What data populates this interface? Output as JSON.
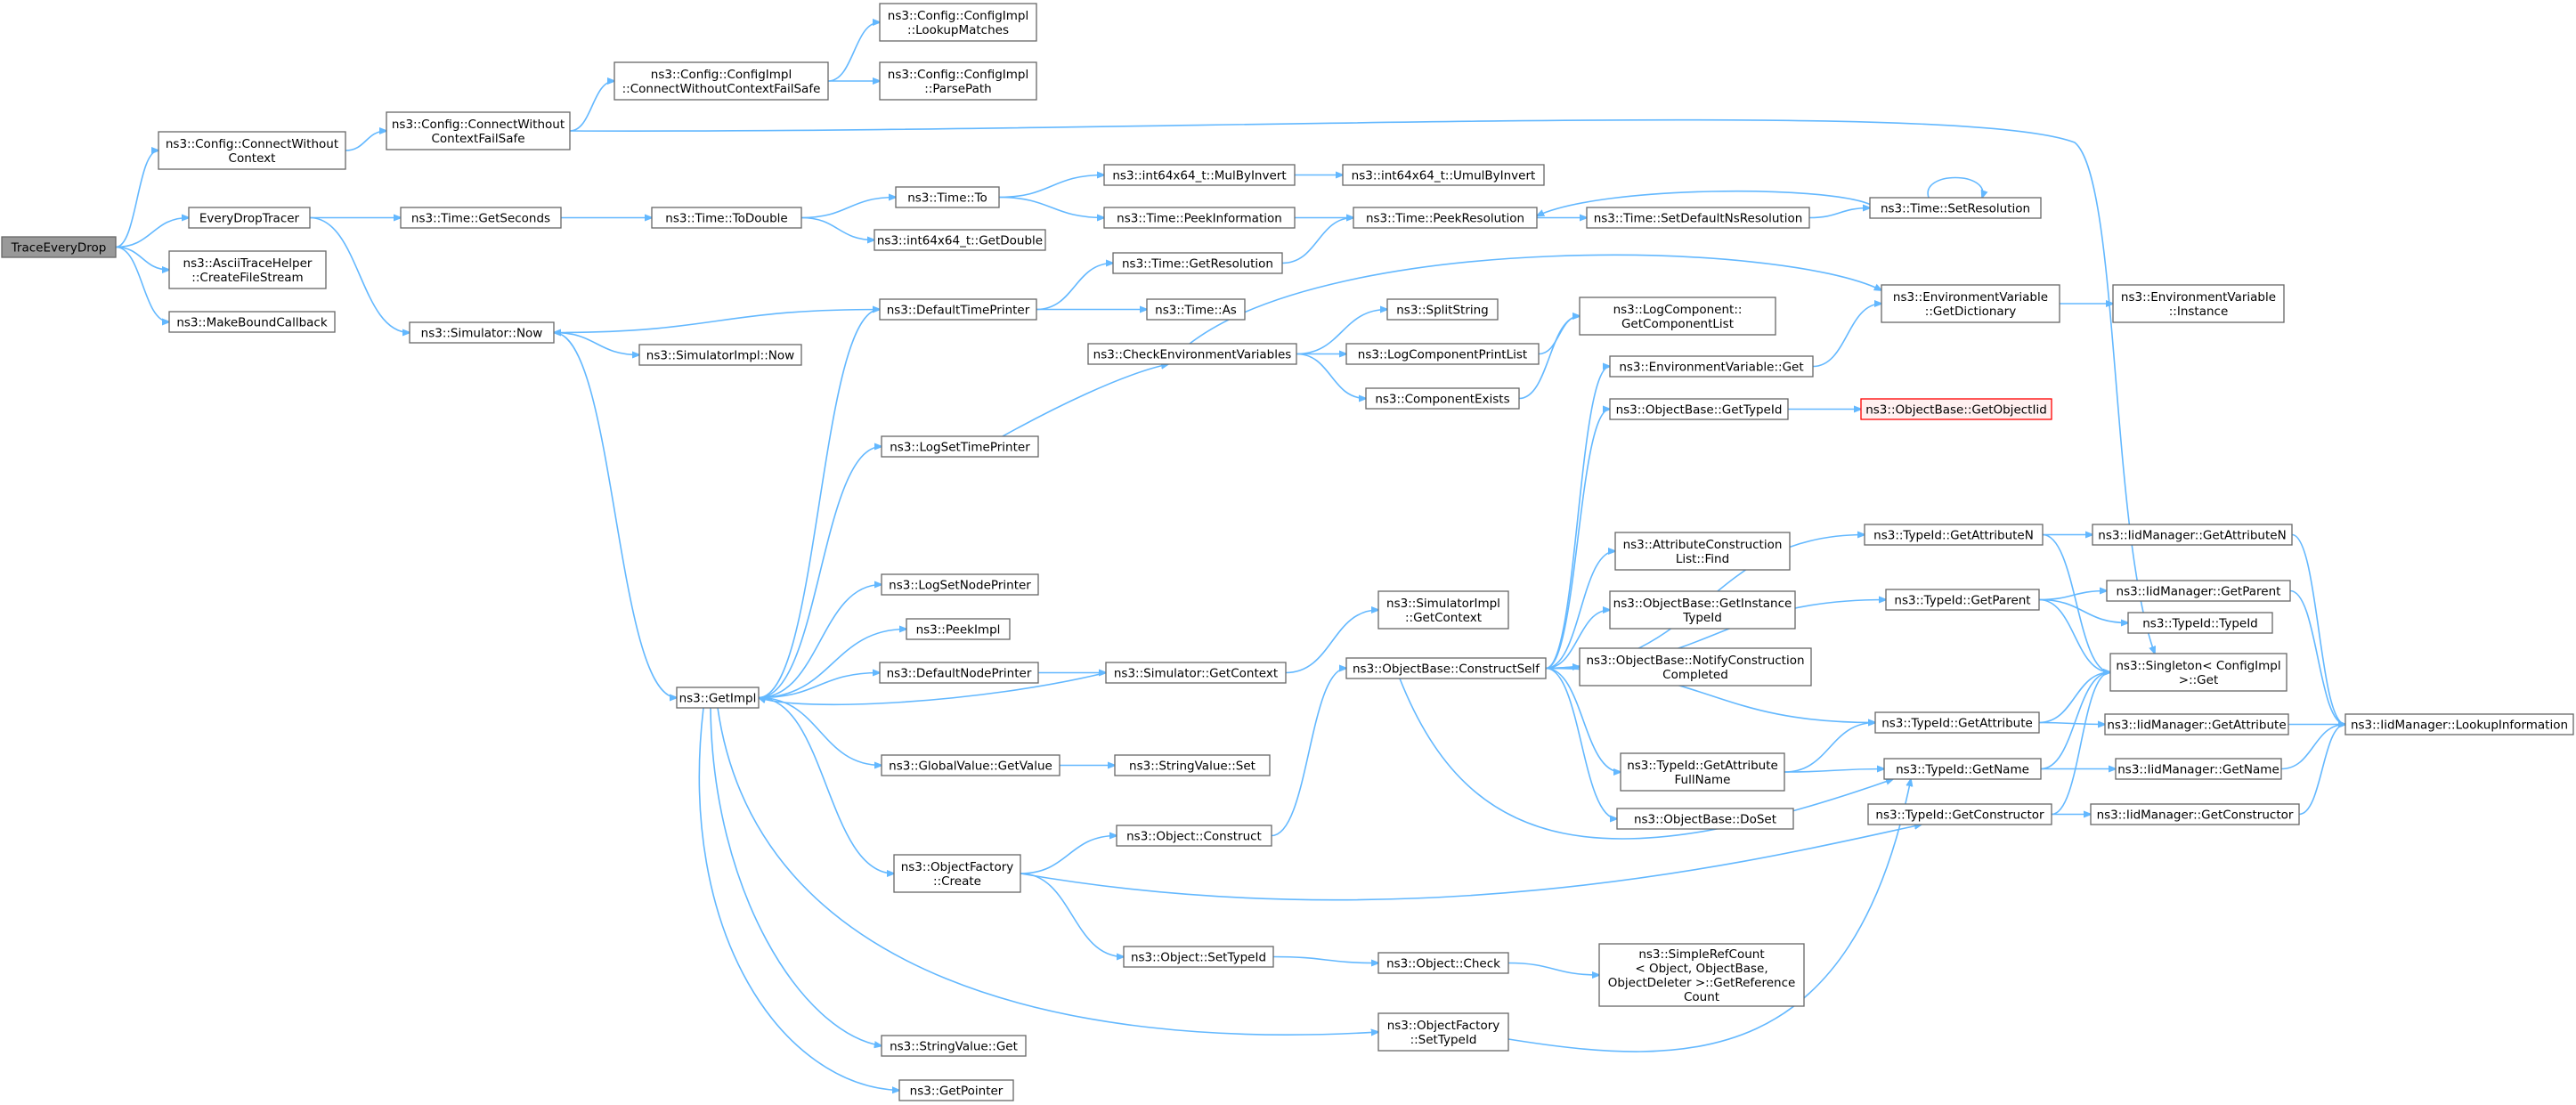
{
  "colors": {
    "edge": "#63b8ff",
    "node_border": "#666666",
    "root_fill": "#999999",
    "truncated_border": "#ff0000"
  },
  "nodes": [
    {
      "id": "TraceEveryDrop",
      "label": [
        "TraceEveryDrop"
      ],
      "style": "root"
    },
    {
      "id": "ConnectWithoutContext",
      "label": [
        "ns3::Config::ConnectWithout",
        "Context"
      ]
    },
    {
      "id": "EveryDropTracer",
      "label": [
        "EveryDropTracer"
      ]
    },
    {
      "id": "CreateFileStream",
      "label": [
        "ns3::AsciiTraceHelper",
        "::CreateFileStream"
      ]
    },
    {
      "id": "MakeBoundCallback",
      "label": [
        "ns3::MakeBoundCallback"
      ]
    },
    {
      "id": "ConnectWithoutContextFailSafe",
      "label": [
        "ns3::Config::ConnectWithout",
        "ContextFailSafe"
      ]
    },
    {
      "id": "ImplConnectWithoutContextFailSafe",
      "label": [
        "ns3::Config::ConfigImpl",
        "::ConnectWithoutContextFailSafe"
      ]
    },
    {
      "id": "LookupMatches",
      "label": [
        "ns3::Config::ConfigImpl",
        "::LookupMatches"
      ]
    },
    {
      "id": "ParsePath",
      "label": [
        "ns3::Config::ConfigImpl",
        "::ParsePath"
      ]
    },
    {
      "id": "GetSeconds",
      "label": [
        "ns3::Time::GetSeconds"
      ]
    },
    {
      "id": "ToDouble",
      "label": [
        "ns3::Time::ToDouble"
      ]
    },
    {
      "id": "TimeTo",
      "label": [
        "ns3::Time::To"
      ]
    },
    {
      "id": "MulByInvert",
      "label": [
        "ns3::int64x64_t::MulByInvert"
      ]
    },
    {
      "id": "UmulByInvert",
      "label": [
        "ns3::int64x64_t::UmulByInvert"
      ]
    },
    {
      "id": "PeekInformation",
      "label": [
        "ns3::Time::PeekInformation"
      ]
    },
    {
      "id": "PeekResolution",
      "label": [
        "ns3::Time::PeekResolution"
      ]
    },
    {
      "id": "SetDefaultNsResolution",
      "label": [
        "ns3::Time::SetDefaultNsResolution"
      ]
    },
    {
      "id": "SetResolution",
      "label": [
        "ns3::Time::SetResolution"
      ]
    },
    {
      "id": "I64GetDouble",
      "label": [
        "ns3::int64x64_t::GetDouble"
      ]
    },
    {
      "id": "SimulatorNow",
      "label": [
        "ns3::Simulator::Now"
      ]
    },
    {
      "id": "SimulatorImplNow",
      "label": [
        "ns3::SimulatorImpl::Now"
      ]
    },
    {
      "id": "GetResolution",
      "label": [
        "ns3::Time::GetResolution"
      ]
    },
    {
      "id": "DefaultTimePrinter",
      "label": [
        "ns3::DefaultTimePrinter"
      ]
    },
    {
      "id": "TimeAs",
      "label": [
        "ns3::Time::As"
      ]
    },
    {
      "id": "SplitString",
      "label": [
        "ns3::SplitString"
      ]
    },
    {
      "id": "GetComponentList",
      "label": [
        "ns3::LogComponent::",
        "GetComponentList"
      ]
    },
    {
      "id": "EnvGetDictionary",
      "label": [
        "ns3::EnvironmentVariable",
        "::GetDictionary"
      ]
    },
    {
      "id": "EnvInstance",
      "label": [
        "ns3::EnvironmentVariable",
        "::Instance"
      ]
    },
    {
      "id": "CheckEnvironmentVariables",
      "label": [
        "ns3::CheckEnvironmentVariables"
      ]
    },
    {
      "id": "LogComponentPrintList",
      "label": [
        "ns3::LogComponentPrintList"
      ]
    },
    {
      "id": "EnvGet",
      "label": [
        "ns3::EnvironmentVariable::Get"
      ]
    },
    {
      "id": "ComponentExists",
      "label": [
        "ns3::ComponentExists"
      ]
    },
    {
      "id": "GetTypeId",
      "label": [
        "ns3::ObjectBase::GetTypeId"
      ]
    },
    {
      "id": "GetObjectIid",
      "label": [
        "ns3::ObjectBase::GetObjectIid"
      ],
      "style": "truncated"
    },
    {
      "id": "LogSetTimePrinter",
      "label": [
        "ns3::LogSetTimePrinter"
      ]
    },
    {
      "id": "GetAttributeN",
      "label": [
        "ns3::TypeId::GetAttributeN"
      ]
    },
    {
      "id": "IidGetAttributeN",
      "label": [
        "ns3::IidManager::GetAttributeN"
      ]
    },
    {
      "id": "AttrConstructionFind",
      "label": [
        "ns3::AttributeConstruction",
        "List::Find"
      ]
    },
    {
      "id": "GetParent",
      "label": [
        "ns3::TypeId::GetParent"
      ]
    },
    {
      "id": "IidGetParent",
      "label": [
        "ns3::IidManager::GetParent"
      ]
    },
    {
      "id": "TypeIdTypeId",
      "label": [
        "ns3::TypeId::TypeId"
      ]
    },
    {
      "id": "LogSetNodePrinter",
      "label": [
        "ns3::LogSetNodePrinter"
      ]
    },
    {
      "id": "GetInstanceTypeId",
      "label": [
        "ns3::ObjectBase::GetInstance",
        "TypeId"
      ]
    },
    {
      "id": "PeekImpl",
      "label": [
        "ns3::PeekImpl"
      ]
    },
    {
      "id": "SimulatorImplGetContext",
      "label": [
        "ns3::SimulatorImpl",
        "::GetContext"
      ]
    },
    {
      "id": "NotifyConstructionCompleted",
      "label": [
        "ns3::ObjectBase::NotifyConstruction",
        "Completed"
      ]
    },
    {
      "id": "SingletonGet",
      "label": [
        "ns3::Singleton< ConfigImpl",
        ">::Get"
      ]
    },
    {
      "id": "DefaultNodePrinter",
      "label": [
        "ns3::DefaultNodePrinter"
      ]
    },
    {
      "id": "SimulatorGetContext",
      "label": [
        "ns3::Simulator::GetContext"
      ]
    },
    {
      "id": "ConstructSelf",
      "label": [
        "ns3::ObjectBase::ConstructSelf"
      ]
    },
    {
      "id": "GetImpl",
      "label": [
        "ns3::GetImpl"
      ]
    },
    {
      "id": "GetAttribute",
      "label": [
        "ns3::TypeId::GetAttribute"
      ]
    },
    {
      "id": "IidGetAttribute",
      "label": [
        "ns3::IidManager::GetAttribute"
      ]
    },
    {
      "id": "LookupInformation",
      "label": [
        "ns3::IidManager::LookupInformation"
      ]
    },
    {
      "id": "GetAttributeFullName",
      "label": [
        "ns3::TypeId::GetAttribute",
        "FullName"
      ]
    },
    {
      "id": "GlobalValueGetValue",
      "label": [
        "ns3::GlobalValue::GetValue"
      ]
    },
    {
      "id": "StringValueSet",
      "label": [
        "ns3::StringValue::Set"
      ]
    },
    {
      "id": "GetName",
      "label": [
        "ns3::TypeId::GetName"
      ]
    },
    {
      "id": "IidGetName",
      "label": [
        "ns3::IidManager::GetName"
      ]
    },
    {
      "id": "DoSet",
      "label": [
        "ns3::ObjectBase::DoSet"
      ]
    },
    {
      "id": "GetConstructor",
      "label": [
        "ns3::TypeId::GetConstructor"
      ]
    },
    {
      "id": "IidGetConstructor",
      "label": [
        "ns3::IidManager::GetConstructor"
      ]
    },
    {
      "id": "ObjectConstruct",
      "label": [
        "ns3::Object::Construct"
      ]
    },
    {
      "id": "ObjectFactoryCreate",
      "label": [
        "ns3::ObjectFactory",
        "::Create"
      ]
    },
    {
      "id": "ObjectSetTypeId",
      "label": [
        "ns3::Object::SetTypeId"
      ]
    },
    {
      "id": "ObjectCheck",
      "label": [
        "ns3::Object::Check"
      ]
    },
    {
      "id": "GetReferenceCount",
      "label": [
        "ns3::SimpleRefCount",
        "< Object, ObjectBase,",
        "ObjectDeleter >::GetReference",
        "Count"
      ]
    },
    {
      "id": "ObjectFactorySetTypeId",
      "label": [
        "ns3::ObjectFactory",
        "::SetTypeId"
      ]
    },
    {
      "id": "StringValueGet",
      "label": [
        "ns3::StringValue::Get"
      ]
    },
    {
      "id": "GetPointer",
      "label": [
        "ns3::GetPointer"
      ]
    }
  ],
  "edges": [
    [
      "TraceEveryDrop",
      "ConnectWithoutContext"
    ],
    [
      "TraceEveryDrop",
      "EveryDropTracer"
    ],
    [
      "TraceEveryDrop",
      "CreateFileStream"
    ],
    [
      "TraceEveryDrop",
      "MakeBoundCallback"
    ],
    [
      "ConnectWithoutContext",
      "ConnectWithoutContextFailSafe"
    ],
    [
      "ConnectWithoutContextFailSafe",
      "ImplConnectWithoutContextFailSafe"
    ],
    [
      "ConnectWithoutContextFailSafe",
      "SingletonGet"
    ],
    [
      "ImplConnectWithoutContextFailSafe",
      "LookupMatches"
    ],
    [
      "ImplConnectWithoutContextFailSafe",
      "ParsePath"
    ],
    [
      "EveryDropTracer",
      "GetSeconds"
    ],
    [
      "EveryDropTracer",
      "SimulatorNow"
    ],
    [
      "GetSeconds",
      "ToDouble"
    ],
    [
      "ToDouble",
      "TimeTo"
    ],
    [
      "ToDouble",
      "I64GetDouble"
    ],
    [
      "TimeTo",
      "MulByInvert"
    ],
    [
      "TimeTo",
      "PeekInformation"
    ],
    [
      "MulByInvert",
      "UmulByInvert"
    ],
    [
      "PeekInformation",
      "PeekResolution"
    ],
    [
      "PeekResolution",
      "SetDefaultNsResolution"
    ],
    [
      "SetDefaultNsResolution",
      "SetResolution"
    ],
    [
      "SetResolution",
      "PeekResolution"
    ],
    [
      "SetResolution",
      "SetResolution"
    ],
    [
      "SimulatorNow",
      "SimulatorImplNow"
    ],
    [
      "SimulatorNow",
      "GetImpl"
    ],
    [
      "DefaultTimePrinter",
      "SimulatorNow"
    ],
    [
      "DefaultTimePrinter",
      "GetResolution"
    ],
    [
      "DefaultTimePrinter",
      "TimeAs"
    ],
    [
      "GetResolution",
      "PeekResolution"
    ],
    [
      "CheckEnvironmentVariables",
      "SplitString"
    ],
    [
      "CheckEnvironmentVariables",
      "LogComponentPrintList"
    ],
    [
      "CheckEnvironmentVariables",
      "ComponentExists"
    ],
    [
      "CheckEnvironmentVariables",
      "EnvGetDictionary"
    ],
    [
      "LogComponentPrintList",
      "GetComponentList"
    ],
    [
      "ComponentExists",
      "GetComponentList"
    ],
    [
      "EnvGet",
      "EnvGetDictionary"
    ],
    [
      "EnvGetDictionary",
      "EnvInstance"
    ],
    [
      "LogSetTimePrinter",
      "CheckEnvironmentVariables"
    ],
    [
      "GetTypeId",
      "GetObjectIid"
    ],
    [
      "GetImpl",
      "DefaultTimePrinter"
    ],
    [
      "GetImpl",
      "LogSetTimePrinter"
    ],
    [
      "GetImpl",
      "LogSetNodePrinter"
    ],
    [
      "GetImpl",
      "PeekImpl"
    ],
    [
      "GetImpl",
      "DefaultNodePrinter"
    ],
    [
      "GetImpl",
      "GlobalValueGetValue"
    ],
    [
      "GetImpl",
      "ObjectFactoryCreate"
    ],
    [
      "GetImpl",
      "ObjectFactorySetTypeId"
    ],
    [
      "GetImpl",
      "StringValueGet"
    ],
    [
      "GetImpl",
      "GetPointer"
    ],
    [
      "DefaultNodePrinter",
      "SimulatorGetContext"
    ],
    [
      "SimulatorGetContext",
      "SimulatorImplGetContext"
    ],
    [
      "SimulatorGetContext",
      "GetImpl"
    ],
    [
      "GlobalValueGetValue",
      "StringValueSet"
    ],
    [
      "ObjectFactoryCreate",
      "ObjectConstruct"
    ],
    [
      "ObjectFactoryCreate",
      "ObjectSetTypeId"
    ],
    [
      "ObjectFactoryCreate",
      "GetConstructor"
    ],
    [
      "ObjectConstruct",
      "ConstructSelf"
    ],
    [
      "ObjectSetTypeId",
      "ObjectCheck"
    ],
    [
      "ObjectCheck",
      "GetReferenceCount"
    ],
    [
      "ObjectFactorySetTypeId",
      "GetName"
    ],
    [
      "ConstructSelf",
      "EnvGet"
    ],
    [
      "ConstructSelf",
      "GetTypeId"
    ],
    [
      "ConstructSelf",
      "GetAttributeN"
    ],
    [
      "ConstructSelf",
      "AttrConstructionFind"
    ],
    [
      "ConstructSelf",
      "GetParent"
    ],
    [
      "ConstructSelf",
      "GetInstanceTypeId"
    ],
    [
      "ConstructSelf",
      "NotifyConstructionCompleted"
    ],
    [
      "ConstructSelf",
      "GetAttribute"
    ],
    [
      "ConstructSelf",
      "GetAttributeFullName"
    ],
    [
      "ConstructSelf",
      "DoSet"
    ],
    [
      "ConstructSelf",
      "GetName"
    ],
    [
      "GetAttributeN",
      "IidGetAttributeN"
    ],
    [
      "GetAttributeN",
      "SingletonGet"
    ],
    [
      "GetParent",
      "IidGetParent"
    ],
    [
      "GetParent",
      "TypeIdTypeId"
    ],
    [
      "GetParent",
      "SingletonGet"
    ],
    [
      "GetAttribute",
      "IidGetAttribute"
    ],
    [
      "GetAttribute",
      "SingletonGet"
    ],
    [
      "GetAttributeFullName",
      "GetAttribute"
    ],
    [
      "GetAttributeFullName",
      "GetName"
    ],
    [
      "GetName",
      "IidGetName"
    ],
    [
      "GetName",
      "SingletonGet"
    ],
    [
      "GetConstructor",
      "IidGetConstructor"
    ],
    [
      "GetConstructor",
      "SingletonGet"
    ],
    [
      "IidGetAttributeN",
      "LookupInformation"
    ],
    [
      "IidGetParent",
      "LookupInformation"
    ],
    [
      "IidGetAttribute",
      "LookupInformation"
    ],
    [
      "IidGetName",
      "LookupInformation"
    ],
    [
      "IidGetConstructor",
      "LookupInformation"
    ]
  ]
}
